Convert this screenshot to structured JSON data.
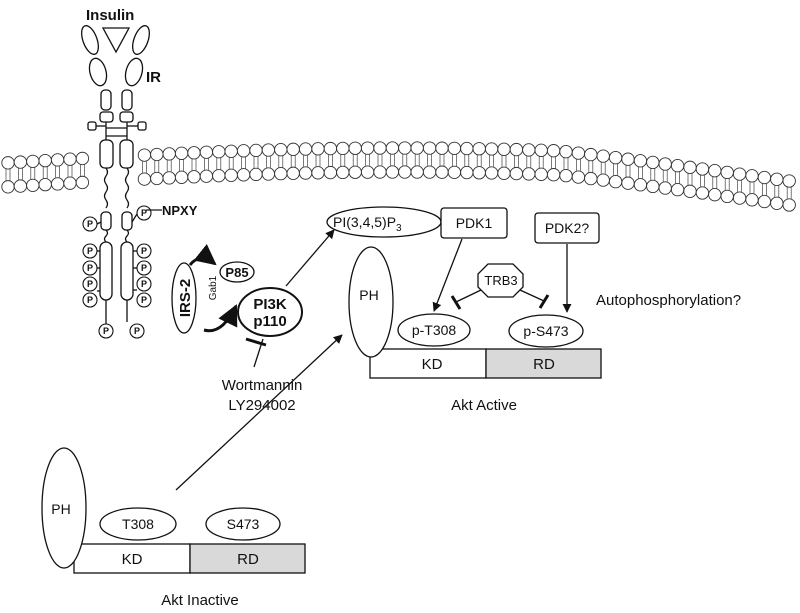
{
  "labels": {
    "insulin": "Insulin",
    "ir": "IR",
    "npxy": "NPXY",
    "p": "P",
    "irs2": "IRS-2",
    "gab1": "Gab1",
    "p85": "P85",
    "pi3k": "PI3K",
    "p110": "p110",
    "wortmannin": "Wortmannin",
    "ly": "LY294002",
    "pip3": "PI(3,4,5)P",
    "pip3_sub": "3",
    "pdk1": "PDK1",
    "pdk2": "PDK2?",
    "trb3": "TRB3",
    "autophos": "Autophosphorylation?",
    "ph": "PH",
    "pt308": "p-T308",
    "ps473": "p-S473",
    "kd": "KD",
    "rd": "RD",
    "akt_active": "Akt Active",
    "t308": "T308",
    "s473": "S473",
    "akt_inactive": "Akt Inactive"
  },
  "colors": {
    "line": "#111111",
    "rd_fill": "#d9d9d9",
    "membrane_fill": "#ffffff"
  }
}
